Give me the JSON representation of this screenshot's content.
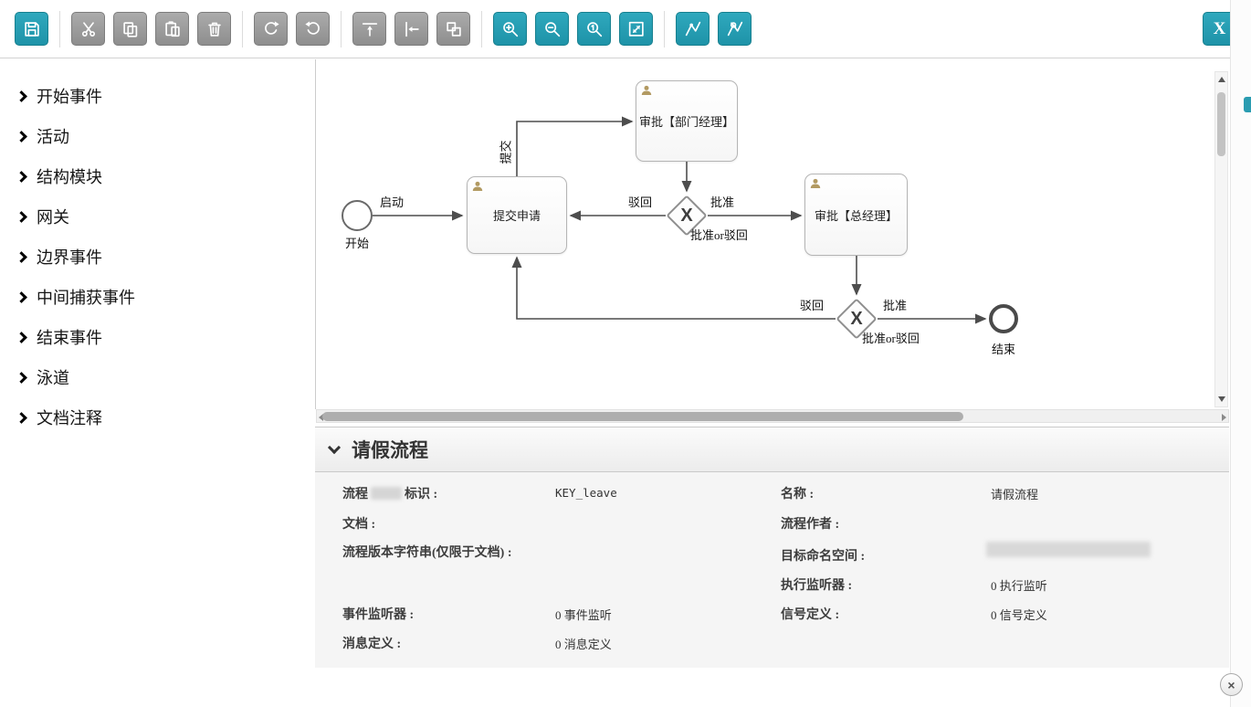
{
  "window": {
    "close_glyph": "×"
  },
  "toolbar": {
    "close_label": "X"
  },
  "palette": {
    "items": [
      {
        "label": "开始事件"
      },
      {
        "label": "活动"
      },
      {
        "label": "结构模块"
      },
      {
        "label": "网关"
      },
      {
        "label": "边界事件"
      },
      {
        "label": "中间捕获事件"
      },
      {
        "label": "结束事件"
      },
      {
        "label": "泳道"
      },
      {
        "label": "文档注释"
      }
    ]
  },
  "diagram": {
    "start_event": {
      "label": "开始"
    },
    "end_event": {
      "label": "结束"
    },
    "tasks": [
      {
        "label": "提交申请"
      },
      {
        "label": "审批【部门经理】"
      },
      {
        "label": "审批【总经理】"
      }
    ],
    "gateways": [
      {
        "glyph": "X",
        "label": "批准or驳回"
      },
      {
        "glyph": "X",
        "label": "批准or驳回"
      }
    ],
    "flows": [
      {
        "label": "启动"
      },
      {
        "label": "提交"
      },
      {
        "label": "驳回"
      },
      {
        "label": "批准"
      },
      {
        "label": "驳回"
      },
      {
        "label": "批准"
      }
    ]
  },
  "properties": {
    "title": "请假流程",
    "fields": {
      "process_key": {
        "label_prefix": "流程",
        "label_suffix": "标识 :",
        "value": "KEY_leave"
      },
      "name": {
        "label": "名称 :",
        "value": "请假流程"
      },
      "documentation": {
        "label": "文档 :",
        "value": ""
      },
      "author": {
        "label": "流程作者 :",
        "value": ""
      },
      "version": {
        "label": "流程版本字符串(仅限于文档) :",
        "value": ""
      },
      "namespace": {
        "label": "目标命名空间 :",
        "value": ""
      },
      "execution_listeners": {
        "label": "执行监听器 :",
        "value": "0 执行监听"
      },
      "event_listeners": {
        "label": "事件监听器 :",
        "value": "0 事件监听"
      },
      "signal_definitions": {
        "label": "信号定义 :",
        "value": "0 信号定义"
      },
      "message_definitions": {
        "label": "消息定义 :",
        "value": "0 消息定义"
      }
    }
  }
}
